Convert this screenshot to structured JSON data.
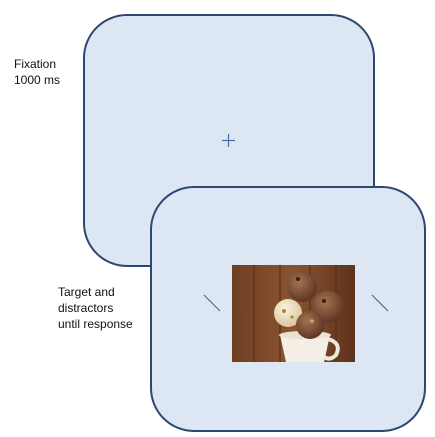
{
  "labels": {
    "fixation": {
      "line1": "Fixation",
      "line2": "1000 ms"
    },
    "target": {
      "line1": "Target and",
      "line2": "distractors",
      "line3": "until response"
    }
  },
  "screens": {
    "fixation": {
      "symbol": "fixation-cross-icon"
    },
    "target": {
      "left_distractor": "diagonal-line-icon",
      "right_distractor": "diagonal-line-icon",
      "image": "ice-cream-photo"
    }
  },
  "colors": {
    "screen_fill": "#dde6f3",
    "screen_border": "#2c4770",
    "symbol_stroke": "#4a6fa8"
  }
}
